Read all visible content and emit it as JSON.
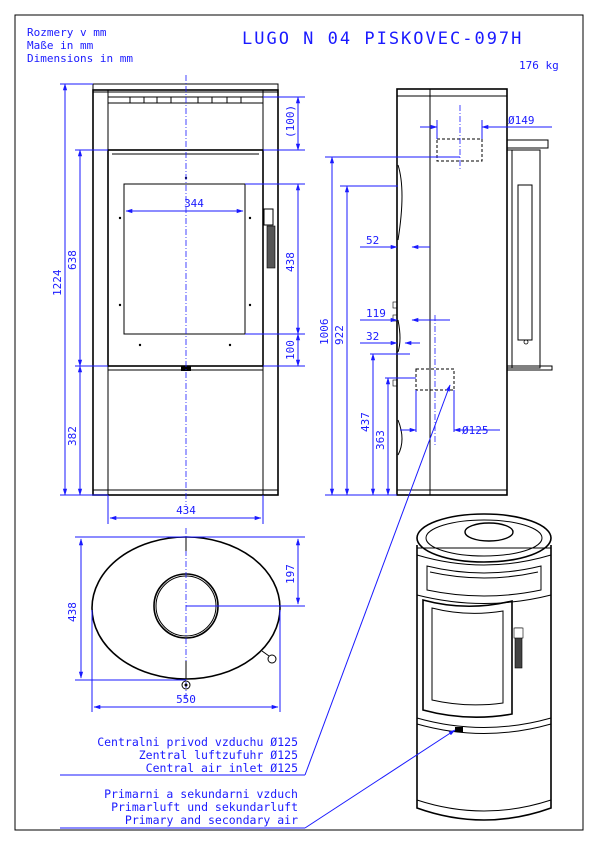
{
  "header": {
    "units": [
      "Rozmery v mm",
      "Maße in mm",
      "Dimensions in mm"
    ],
    "title": "LUGO N 04 PISKOVEC-097H",
    "weight": "176 kg"
  },
  "dimensions": {
    "total_height": "1224",
    "door_height": "638",
    "lower_height": "382",
    "top_gap": "(100)",
    "glass_height": "438",
    "bottom_gap": "100",
    "glass_width": "344",
    "front_width": "434",
    "flue_diameter": "Ø149",
    "side_offset": "52",
    "side_height_1": "1006",
    "side_height_2": "922",
    "inlet_offset_1": "119",
    "inlet_offset_2": "32",
    "inlet_height_1": "437",
    "inlet_height_2": "363",
    "inlet_diameter": "Ø125",
    "top_depth": "438",
    "top_width": "550",
    "top_half_depth": "197"
  },
  "notes": {
    "central_air": [
      "Centralni privod vzduchu Ø125",
      "Zentral luftzufuhr Ø125",
      "Central air inlet Ø125"
    ],
    "primary_air": [
      "Primarni a sekundarni vzduch",
      "Primarluft und sekundarluft",
      "Primary and secondary air"
    ]
  }
}
